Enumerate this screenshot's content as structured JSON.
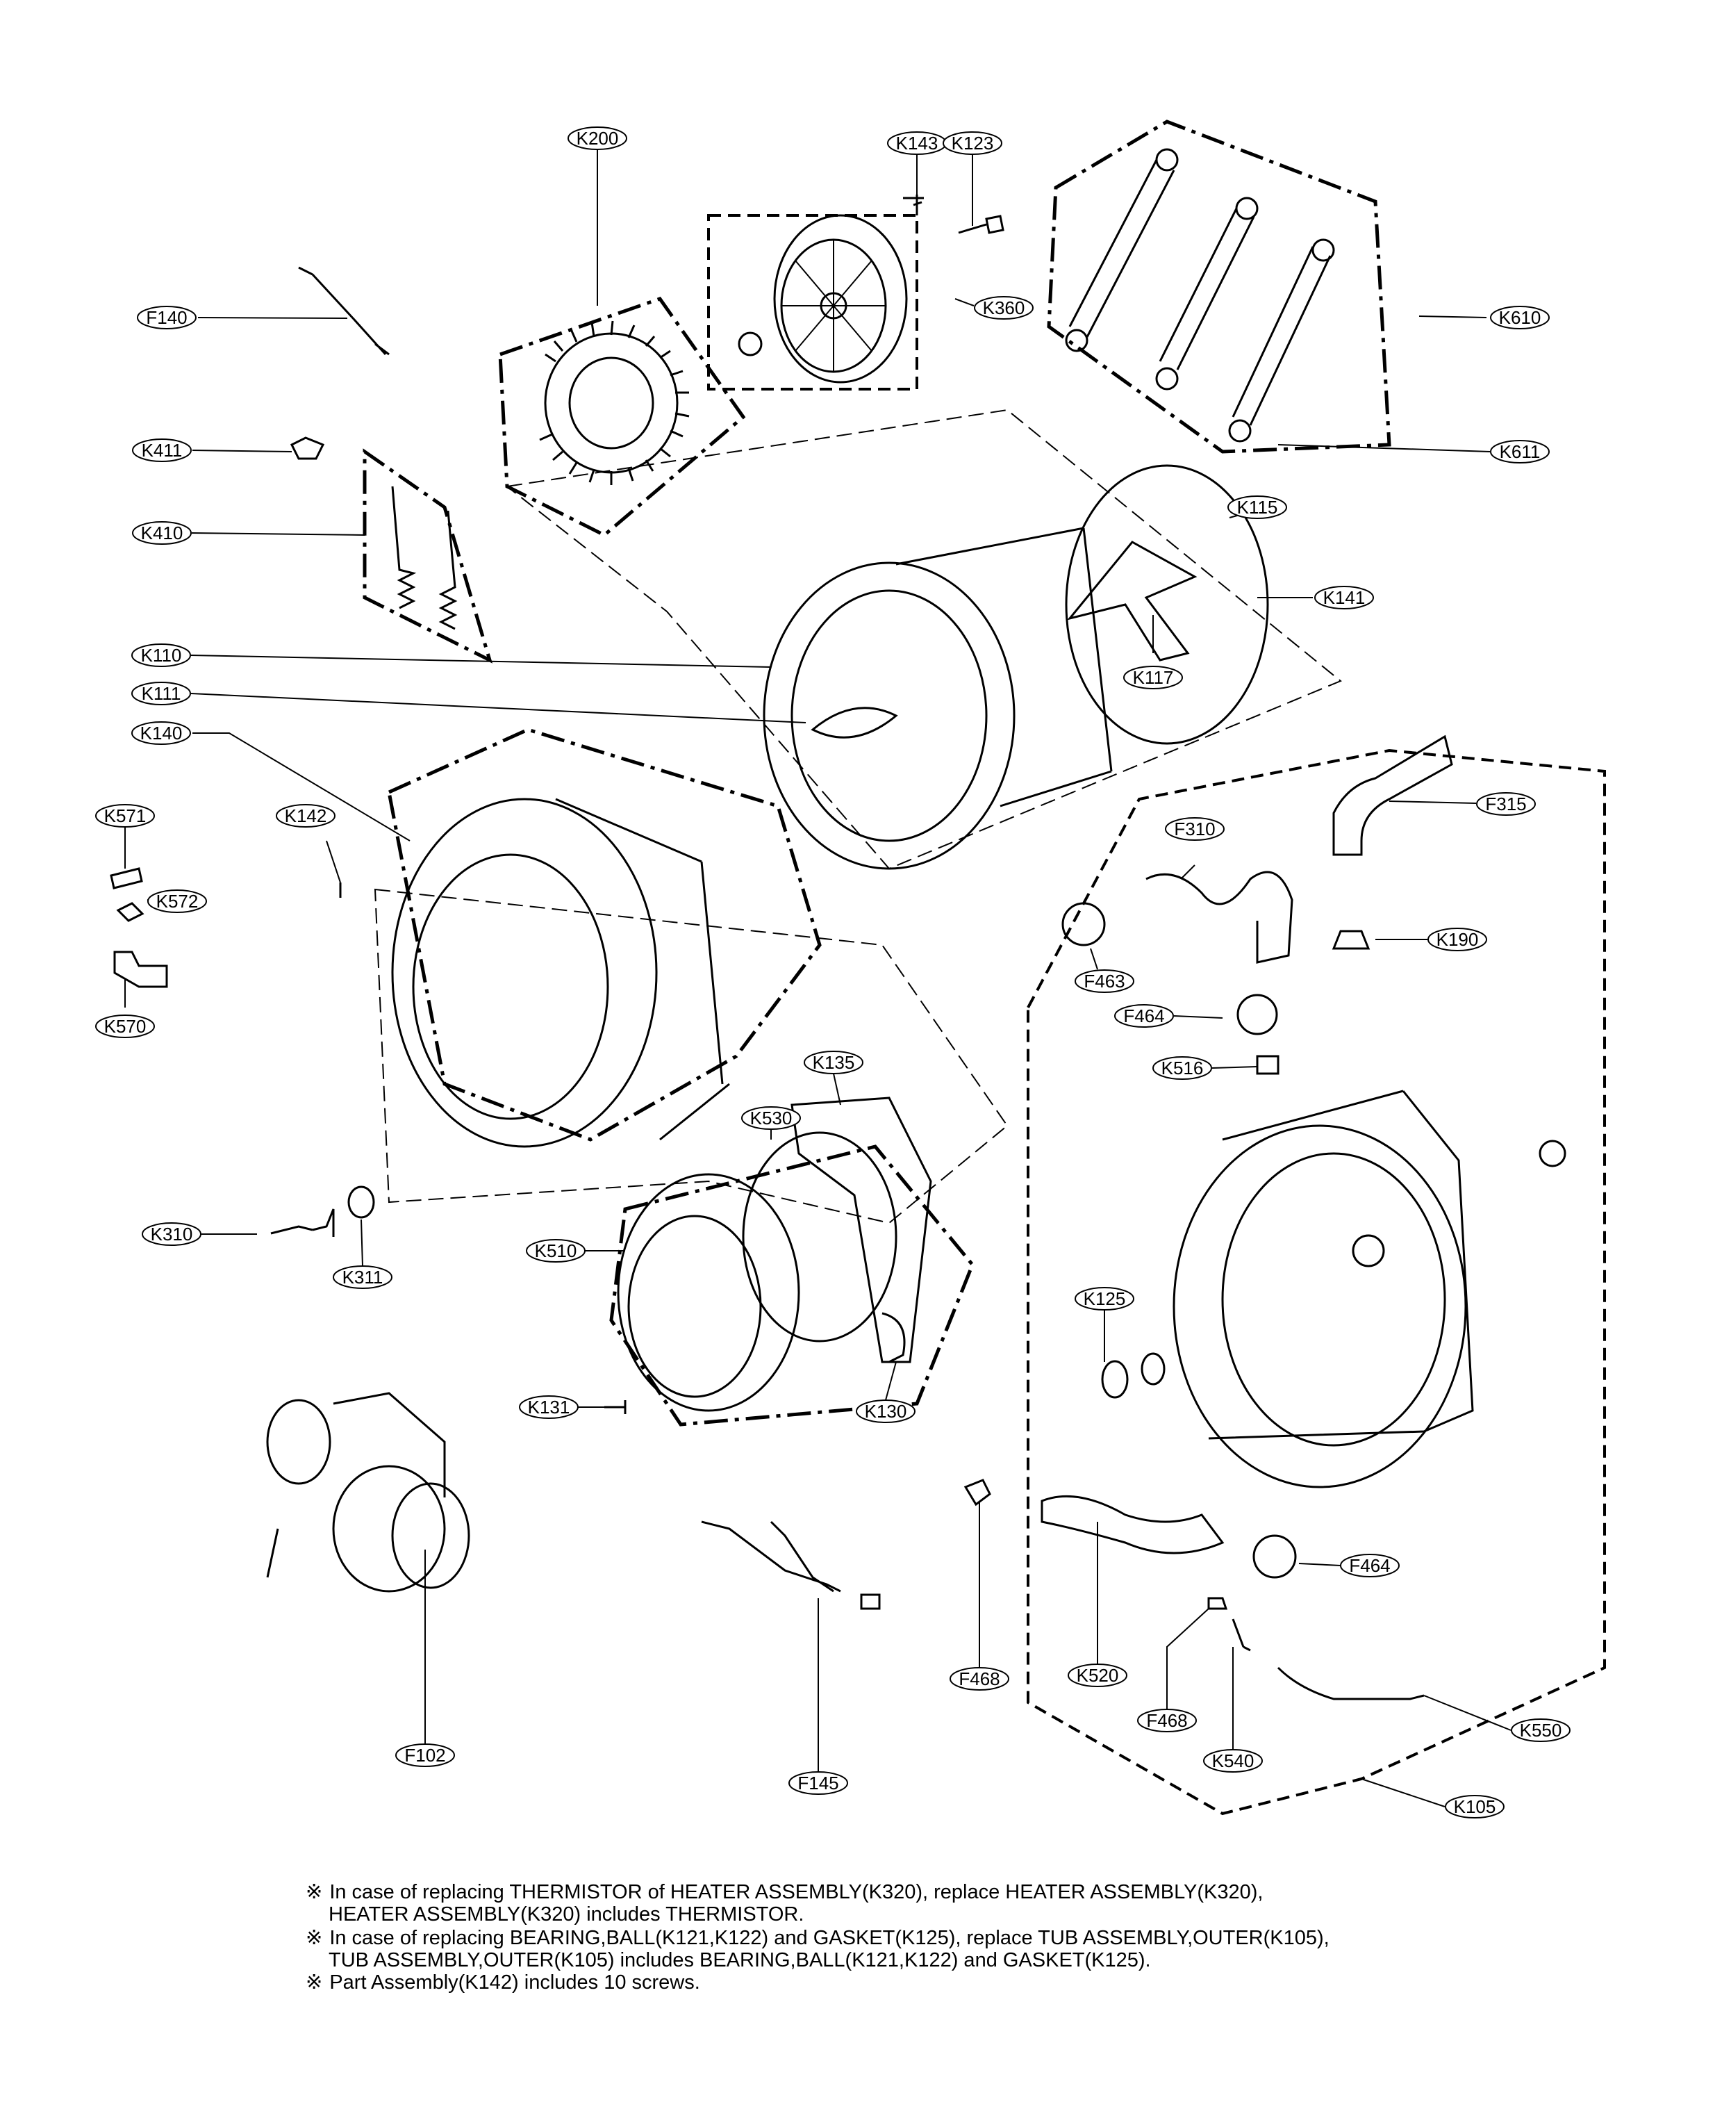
{
  "labels": {
    "K200": "K200",
    "K143": "K143",
    "K123": "K123",
    "K360": "K360",
    "K610": "K610",
    "K611": "K611",
    "F140": "F140",
    "K411": "K411",
    "K410": "K410",
    "K115": "K115",
    "K141": "K141",
    "K110": "K110",
    "K111": "K111",
    "K117": "K117",
    "K140": "K140",
    "K571": "K571",
    "K142": "K142",
    "K572": "K572",
    "K570": "K570",
    "F315": "F315",
    "F310": "F310",
    "K190": "K190",
    "F463": "F463",
    "F464a": "F464",
    "K516": "K516",
    "K135": "K135",
    "K530": "K530",
    "K310": "K310",
    "K311": "K311",
    "K510": "K510",
    "K125": "K125",
    "K131": "K131",
    "K130": "K130",
    "F464b": "F464",
    "F468a": "F468",
    "K520": "K520",
    "F468b": "F468",
    "K550": "K550",
    "K540": "K540",
    "F102": "F102",
    "F145": "F145",
    "K105": "K105"
  },
  "notes": {
    "symbol": "※",
    "n1a": "In case of replacing THERMISTOR of HEATER ASSEMBLY(K320), replace HEATER ASSEMBLY(K320),",
    "n1b": "HEATER ASSEMBLY(K320) includes THERMISTOR.",
    "n2a": "In case of replacing BEARING,BALL(K121,K122) and GASKET(K125), replace TUB ASSEMBLY,OUTER(K105),",
    "n2b": "TUB ASSEMBLY,OUTER(K105) includes BEARING,BALL(K121,K122) and GASKET(K125).",
    "n3": "Part Assembly(K142) includes 10 screws."
  }
}
